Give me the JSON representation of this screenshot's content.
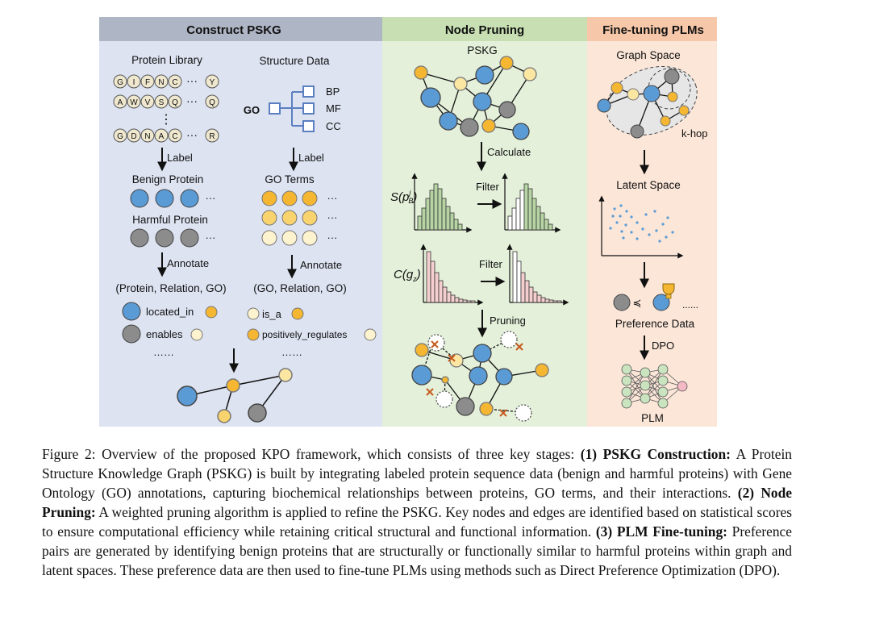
{
  "panels": {
    "construct": {
      "title": "Construct PSKG",
      "protein_library": "Protein Library",
      "structure_data": "Structure Data",
      "seq1": [
        "G",
        "I",
        "F",
        "N",
        "C"
      ],
      "seq1_end": "Y",
      "seq2": [
        "A",
        "W",
        "V",
        "S",
        "Q"
      ],
      "seq2_end": "Q",
      "seq3": [
        "G",
        "D",
        "N",
        "A",
        "C"
      ],
      "seq3_end": "R",
      "dots_h": "···",
      "dots_v": "⋮",
      "go": "GO",
      "bp": "BP",
      "mf": "MF",
      "cc": "CC",
      "label": "Label",
      "benign_protein": "Benign Protein",
      "harmful_protein": "Harmful Protein",
      "go_terms": "GO Terms",
      "ellipsis": "···",
      "annotate": "Annotate",
      "triple1": "(Protein, Relation, GO)",
      "triple2": "(GO, Relation, GO)",
      "located_in": "located_in",
      "enables": "enables",
      "is_a": "is_a",
      "positively_regulates": "positively_regulates",
      "more": "……"
    },
    "pruning": {
      "title": "Node Pruning",
      "pskg": "PSKG",
      "calculate": "Calculate",
      "filter": "Filter",
      "score_s": "S(p",
      "score_s_sup": "j",
      "score_s_sub": "B",
      "score_s_close": ")",
      "score_c": "C(g",
      "score_c_sub": "z",
      "score_c_close": ")",
      "pruning": "Pruning"
    },
    "finetune": {
      "title": "Fine-tuning PLMs",
      "graph_space": "Graph Space",
      "k_hop": "k-hop",
      "latent_space": "Latent Space",
      "more": "......",
      "preference_data": "Preference Data",
      "dpo": "DPO",
      "plm": "PLM"
    }
  },
  "caption": {
    "lead": "Figure 2: Overview of the proposed KPO framework, which consists of three key stages: ",
    "h1": "(1) PSKG Construction:",
    "t1": " A Protein Structure Knowledge Graph (PSKG) is built by integrating labeled protein sequence data (benign and harmful proteins) with Gene Ontology (GO) annotations, capturing biochemical relationships between proteins, GO terms, and their interactions. ",
    "h2": "(2) Node Pruning:",
    "t2": " A weighted pruning algorithm is applied to refine the PSKG. Key nodes and edges are identified based on statistical scores to ensure computational efficiency while retaining critical structural and functional information. ",
    "h3": "(3) PLM Fine-tuning:",
    "t3": " Preference pairs are generated by identifying benign proteins that are structurally or functionally similar to harmful proteins within graph and latent spaces. These preference data are then used to fine-tune PLMs using methods such as Direct Preference Optimization (DPO)."
  },
  "colors": {
    "panel_construct": "#dde3f1",
    "panel_pruning": "#e4f0da",
    "panel_finetune": "#fbe6d8",
    "header_construct": "#aeb5c4",
    "header_pruning": "#c7dfb2",
    "header_finetune": "#f6c7a8",
    "blue": "#5b9bd5",
    "grey": "#8c8c8c",
    "orange": "#f5b731",
    "yellow": "#fbe6a2",
    "light_yellow": "#fdf3cf",
    "seq_fill": "#efe8cf",
    "green_bar": "#b7d5a4",
    "pink_bar": "#f5cfcf",
    "red_x": "#c65a1e"
  }
}
